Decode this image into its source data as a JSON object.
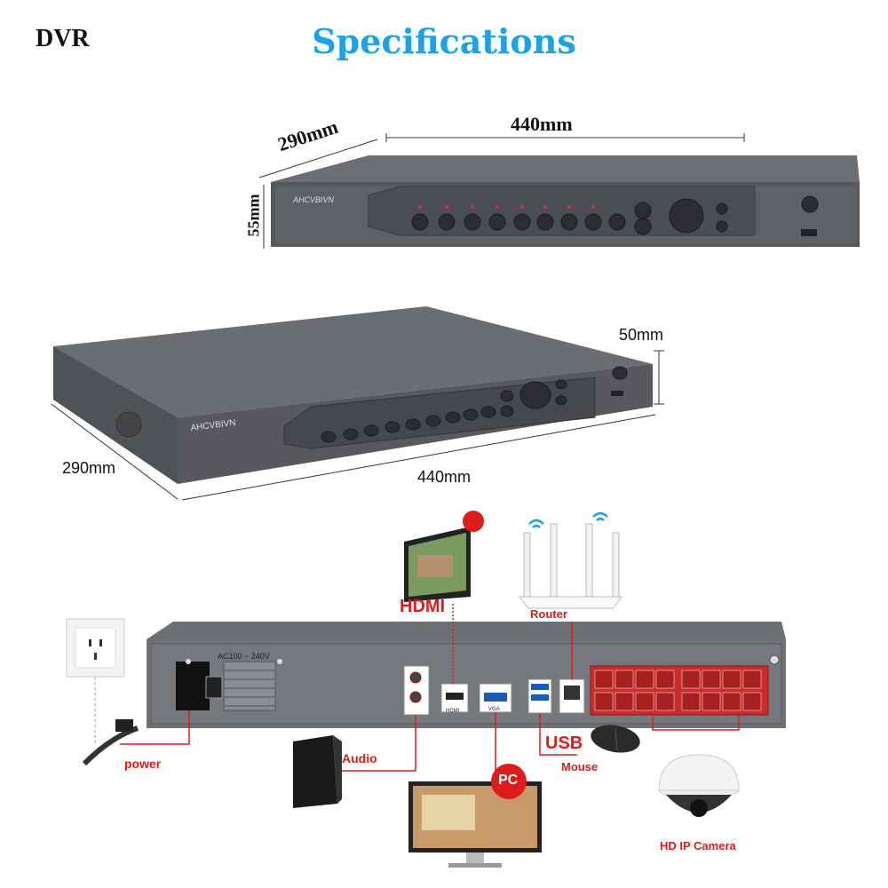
{
  "header": {
    "product_label": "DVR",
    "title": "Specifications"
  },
  "top_view": {
    "depth": "290mm",
    "width": "440mm",
    "height": "55mm",
    "brand": "AHCVBIVN"
  },
  "angle_view": {
    "height": "50mm",
    "depth": "290mm",
    "width": "440mm",
    "brand": "AHCVBIVN"
  },
  "rear_panel": {
    "power_rating": "AC100 ~ 240V",
    "port_hdmi": "HDMI",
    "port_vga": "VGA"
  },
  "connections": {
    "hdmi": "HDMI",
    "router": "Router",
    "power": "power",
    "audio": "Audio",
    "pc": "PC",
    "usb": "USB",
    "mouse": "Mouse",
    "camera": "HD IP Camera"
  },
  "colors": {
    "title": "#1aa3e8",
    "accent_red": "#e01b1b",
    "chassis": "#5a5d61"
  }
}
